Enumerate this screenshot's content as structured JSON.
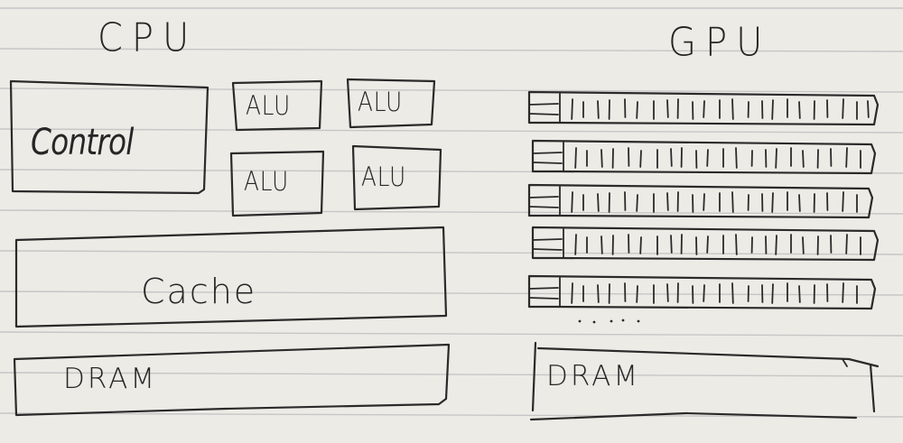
{
  "cpu": {
    "title": "CPU",
    "control_label": "Control",
    "alu_labels": [
      "ALU",
      "ALU",
      "ALU",
      "ALU"
    ],
    "cache_label": "Cache",
    "dram_label": "DRAM"
  },
  "gpu": {
    "title": "GPU",
    "dram_label": "DRAM",
    "core_rows": 5
  },
  "colors": {
    "paper": "#ecebe6",
    "ink": "#2a2a2a",
    "rule_lines": "#c6c6c6"
  }
}
